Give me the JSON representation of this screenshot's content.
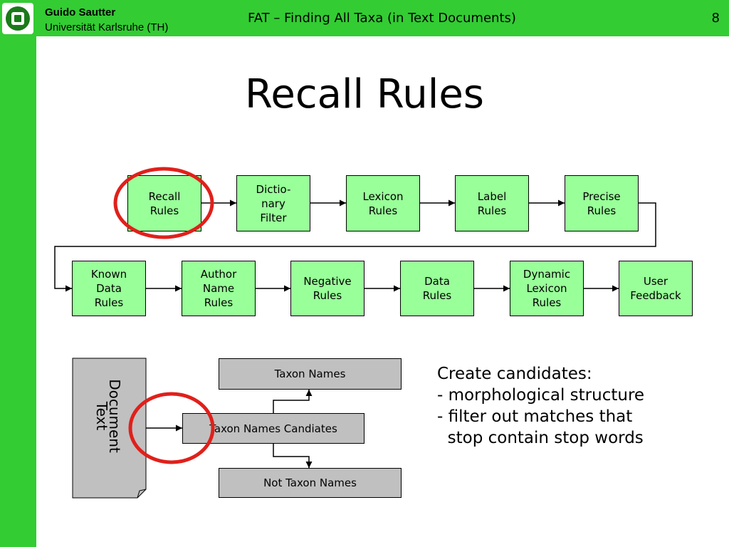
{
  "header": {
    "author": "Guido Sautter",
    "affiliation": "Universität Karlsruhe (TH)",
    "title": "FAT – Finding All Taxa (in Text Documents)",
    "page_number": "8"
  },
  "slide": {
    "title": "Recall Rules"
  },
  "pipeline": {
    "row1": [
      "Recall\nRules",
      "Dictio-\nnary\nFilter",
      "Lexicon\nRules",
      "Label\nRules",
      "Precise\nRules"
    ],
    "row2": [
      "Known\nData\nRules",
      "Author\nName\nRules",
      "Negative\nRules",
      "Data\nRules",
      "Dynamic\nLexicon\nRules",
      "User\nFeedback"
    ]
  },
  "flow": {
    "document": "Document\nText",
    "taxon_names": "Taxon Names",
    "candidates": "Taxon Names Candiates",
    "not_taxon_names": "Not Taxon Names"
  },
  "notes": [
    "Create candidates:",
    "- morphological structure",
    "- filter out matches that",
    "  stop contain stop words"
  ],
  "colors": {
    "accent_green": "#33cc33",
    "box_fill": "#99ff99",
    "box_grey": "#c0c0c0",
    "highlight_red": "#e0201b"
  }
}
